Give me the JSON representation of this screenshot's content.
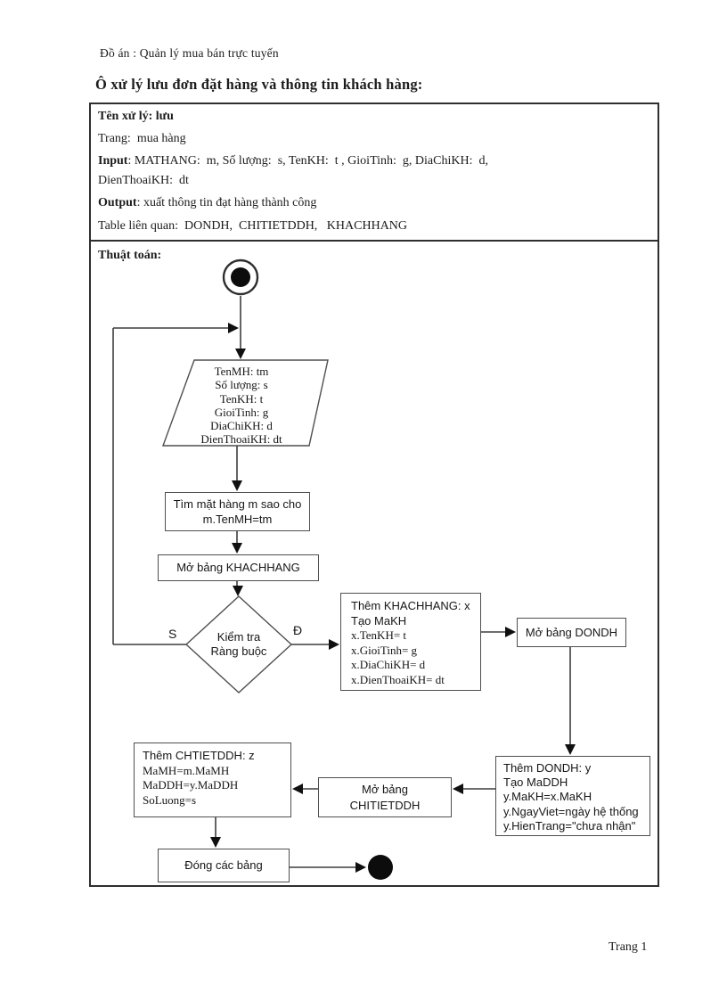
{
  "doc": {
    "header": "Đồ án : Quản lý mua bán trực tuyến",
    "title": "Ô xử lý lưu đơn đặt hàng và thông tin khách hàng:",
    "footer": "Trang 1"
  },
  "info_table": {
    "ten_xu_ly": "Tên xử lý: lưu",
    "trang": "Trang:  mua hàng",
    "input_label": "Input",
    "input_rest": ": MATHANG:  m, Số lượng:  s, TenKH:  t , GioiTinh:  g, DiaChiKH:  d,",
    "input_line2": "DienThoaiKH:  dt",
    "output_label": "Output",
    "output_rest": ": xuất thông tin đạt hàng thành công",
    "table_lien_quan": "Table liên quan:  DONDH,  CHITIETDDH,   KHACHHANG",
    "thuat_toan": "Thuật toán:"
  },
  "flowchart": {
    "input_lines": [
      "TenMH: tm",
      "Số lượng: s",
      "TenKH: t",
      "GioiTinh: g",
      "DiaChiKH: d",
      "DienThoaiKH: dt"
    ],
    "find_item": [
      "Tìm mặt hàng m sao cho",
      "m.TenMH=tm"
    ],
    "open_khachhang": "Mở bảng KHACHHANG",
    "decision": [
      "Kiểm tra",
      "Ràng buộc"
    ],
    "branch_no": "S",
    "branch_yes": "Đ",
    "add_khachhang": [
      "Thêm KHACHHANG: x",
      "Tạo MaKH",
      "x.TenKH= t",
      "x.GioiTinh= g",
      "x.DiaChiKH= d",
      "x.DienThoaiKH= dt"
    ],
    "open_dondh": "Mở bảng DONDH",
    "add_dondh": [
      "Thêm DONDH: y",
      "Tạo MaDDH",
      "y.MaKH=x.MaKH",
      "y.NgayViet=ngày hệ thống",
      "y.HienTrang=\"chưa nhận\""
    ],
    "open_chitietddh": [
      "Mở bảng",
      "CHITIETDDH"
    ],
    "add_chitietddh": [
      "Thêm CHTIETDDH: z",
      "MaMH=m.MaMH",
      "MaDDH=y.MaDDH",
      "SoLuong=s"
    ],
    "close_tables": "Đóng các bảng"
  }
}
